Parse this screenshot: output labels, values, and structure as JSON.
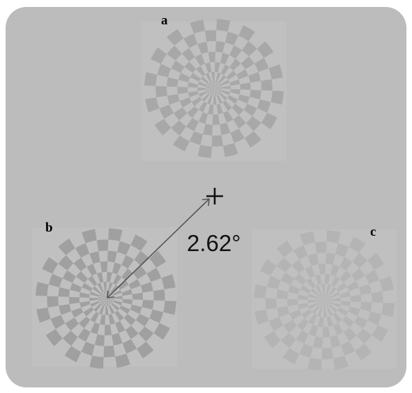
{
  "figure": {
    "labels": {
      "a": "a",
      "b": "b",
      "c": "c"
    },
    "eccentricity_label": "2.62°",
    "fixation_symbol": "+",
    "colors": {
      "outer_background": "#ffffff",
      "panel_background": "#bcbcbc",
      "square_frame": "#c3c3c3",
      "checker_a": "#a8a8a8",
      "checker_b": "#a0a0a0",
      "checker_c": "#b4b4b4",
      "arrow": "#555555",
      "cross": "#111111"
    },
    "stimuli": [
      {
        "id": "a",
        "position_description": "top",
        "contrast": "low-medium"
      },
      {
        "id": "b",
        "position_description": "bottom-left",
        "contrast": "medium"
      },
      {
        "id": "c",
        "position_description": "bottom-right",
        "contrast": "low"
      }
    ],
    "rings": 7,
    "sectors": 32
  }
}
